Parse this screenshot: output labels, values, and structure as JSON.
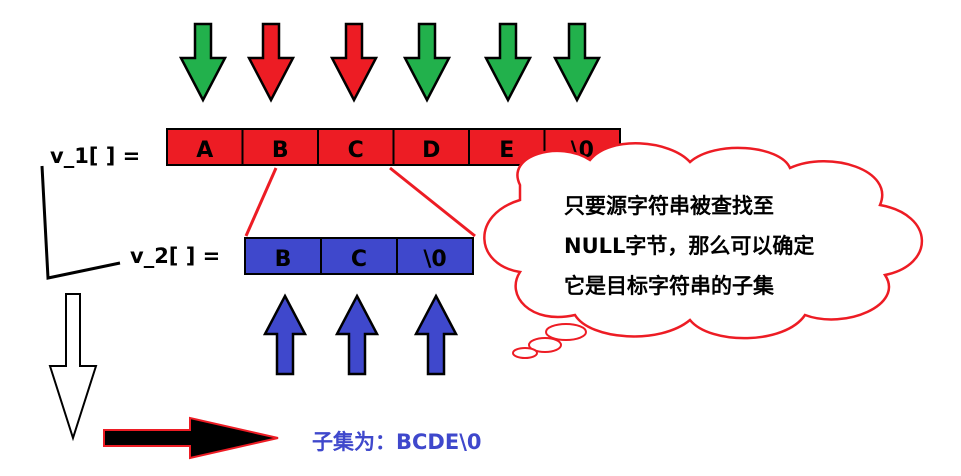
{
  "labels": {
    "v1": "v_1[ ] =",
    "v2": "v_2[ ] ="
  },
  "v1_cells": [
    "A",
    "B",
    "C",
    "D",
    "E",
    "\\0"
  ],
  "v2_cells": [
    "B",
    "C",
    "\\0"
  ],
  "top_arrows": [
    "green",
    "red",
    "red",
    "green",
    "green",
    "green"
  ],
  "bubble": {
    "line1": "只要源字符串被查找至",
    "line2": "NULL字节，那么可以确定",
    "line3": "它是目标字符串的子集"
  },
  "result": "子集为：BCDE\\0",
  "colors": {
    "red": "#ed1c24",
    "green": "#22b14c",
    "blue": "#3f48cc",
    "black": "#000000",
    "result_text": "#3f48cc"
  }
}
